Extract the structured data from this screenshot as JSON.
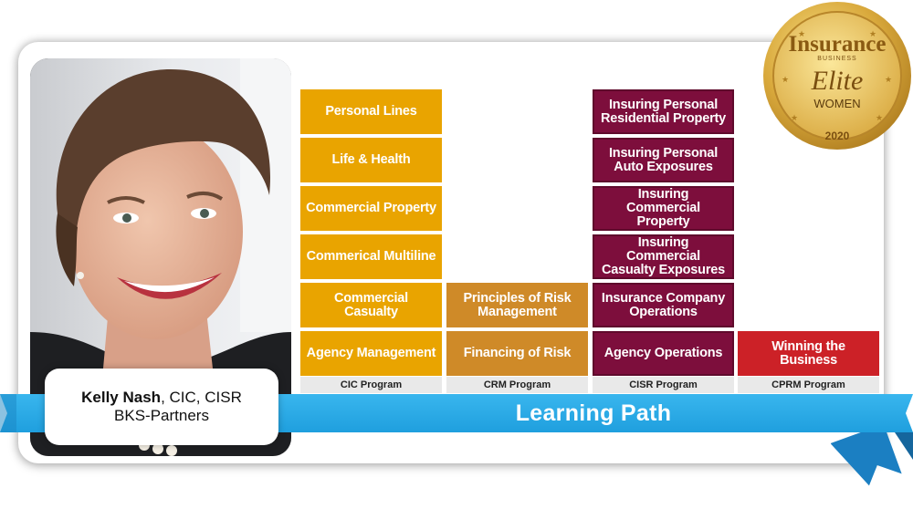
{
  "profile": {
    "name": "Kelly Nash",
    "credentials": ", CIC, CISR",
    "company": "BKS-Partners"
  },
  "banner": {
    "title": "Learning Path"
  },
  "medal": {
    "brand": "Insurance",
    "sub": "BUSINESS",
    "elite": "Elite",
    "women": "WOMEN",
    "year": "2020"
  },
  "programs": [
    {
      "label": "CIC Program",
      "color": "#e9a400",
      "courses": [
        "Personal Lines",
        "Life & Health",
        "Commercial Property",
        "Commerical Multiline",
        "Commercial Casualty",
        "Agency Management"
      ]
    },
    {
      "label": "CRM Program",
      "color": "#cf8a28",
      "courses": [
        "Principles of Risk Management",
        "Financing of Risk"
      ]
    },
    {
      "label": "CISR Program",
      "color": "#7d0e3c",
      "courses": [
        "Insuring Personal Residential Property",
        "Insuring Personal Auto Exposures",
        "Insuring Commercial Property",
        "Insuring Commercial Casualty Exposures",
        "Insurance Company Operations",
        "Agency Operations"
      ]
    },
    {
      "label": "CPRM Program",
      "color": "#cc2127",
      "courses": [
        "Winning the Business"
      ]
    }
  ]
}
